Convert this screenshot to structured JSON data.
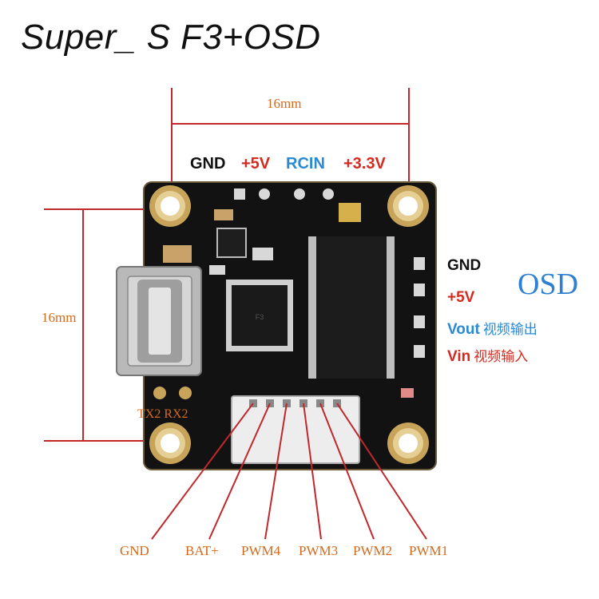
{
  "title": "Super_ S F3+OSD",
  "dimensions": {
    "width": "16mm",
    "height": "16mm"
  },
  "top_header": [
    {
      "text": "GND",
      "color": "#111111"
    },
    {
      "text": "+5V",
      "color": "#d62a1e"
    },
    {
      "text": "RCIN",
      "color": "#2a8ad4"
    },
    {
      "text": "+3.3V",
      "color": "#d62a1e"
    }
  ],
  "osd": {
    "title": "OSD",
    "pins": {
      "gnd": {
        "label": "GND",
        "color": "#111111"
      },
      "v5": {
        "label": "+5V",
        "color": "#d62a1e"
      },
      "vout": {
        "label": "Vout",
        "cn": "视频输出",
        "color": "#2a8ad4"
      },
      "vin": {
        "label": "Vin",
        "cn": "视频输入",
        "color": "#d62a1e"
      }
    }
  },
  "uart": {
    "label": "TX2 RX2"
  },
  "bottom_pins": [
    "GND",
    "BAT+",
    "PWM4",
    "PWM3",
    "PWM2",
    "PWM1"
  ],
  "colors": {
    "pcb": "#121212",
    "dimension_line": "#c0282c",
    "pad": "#c8a45a",
    "label_orange": "#d46a1e"
  }
}
